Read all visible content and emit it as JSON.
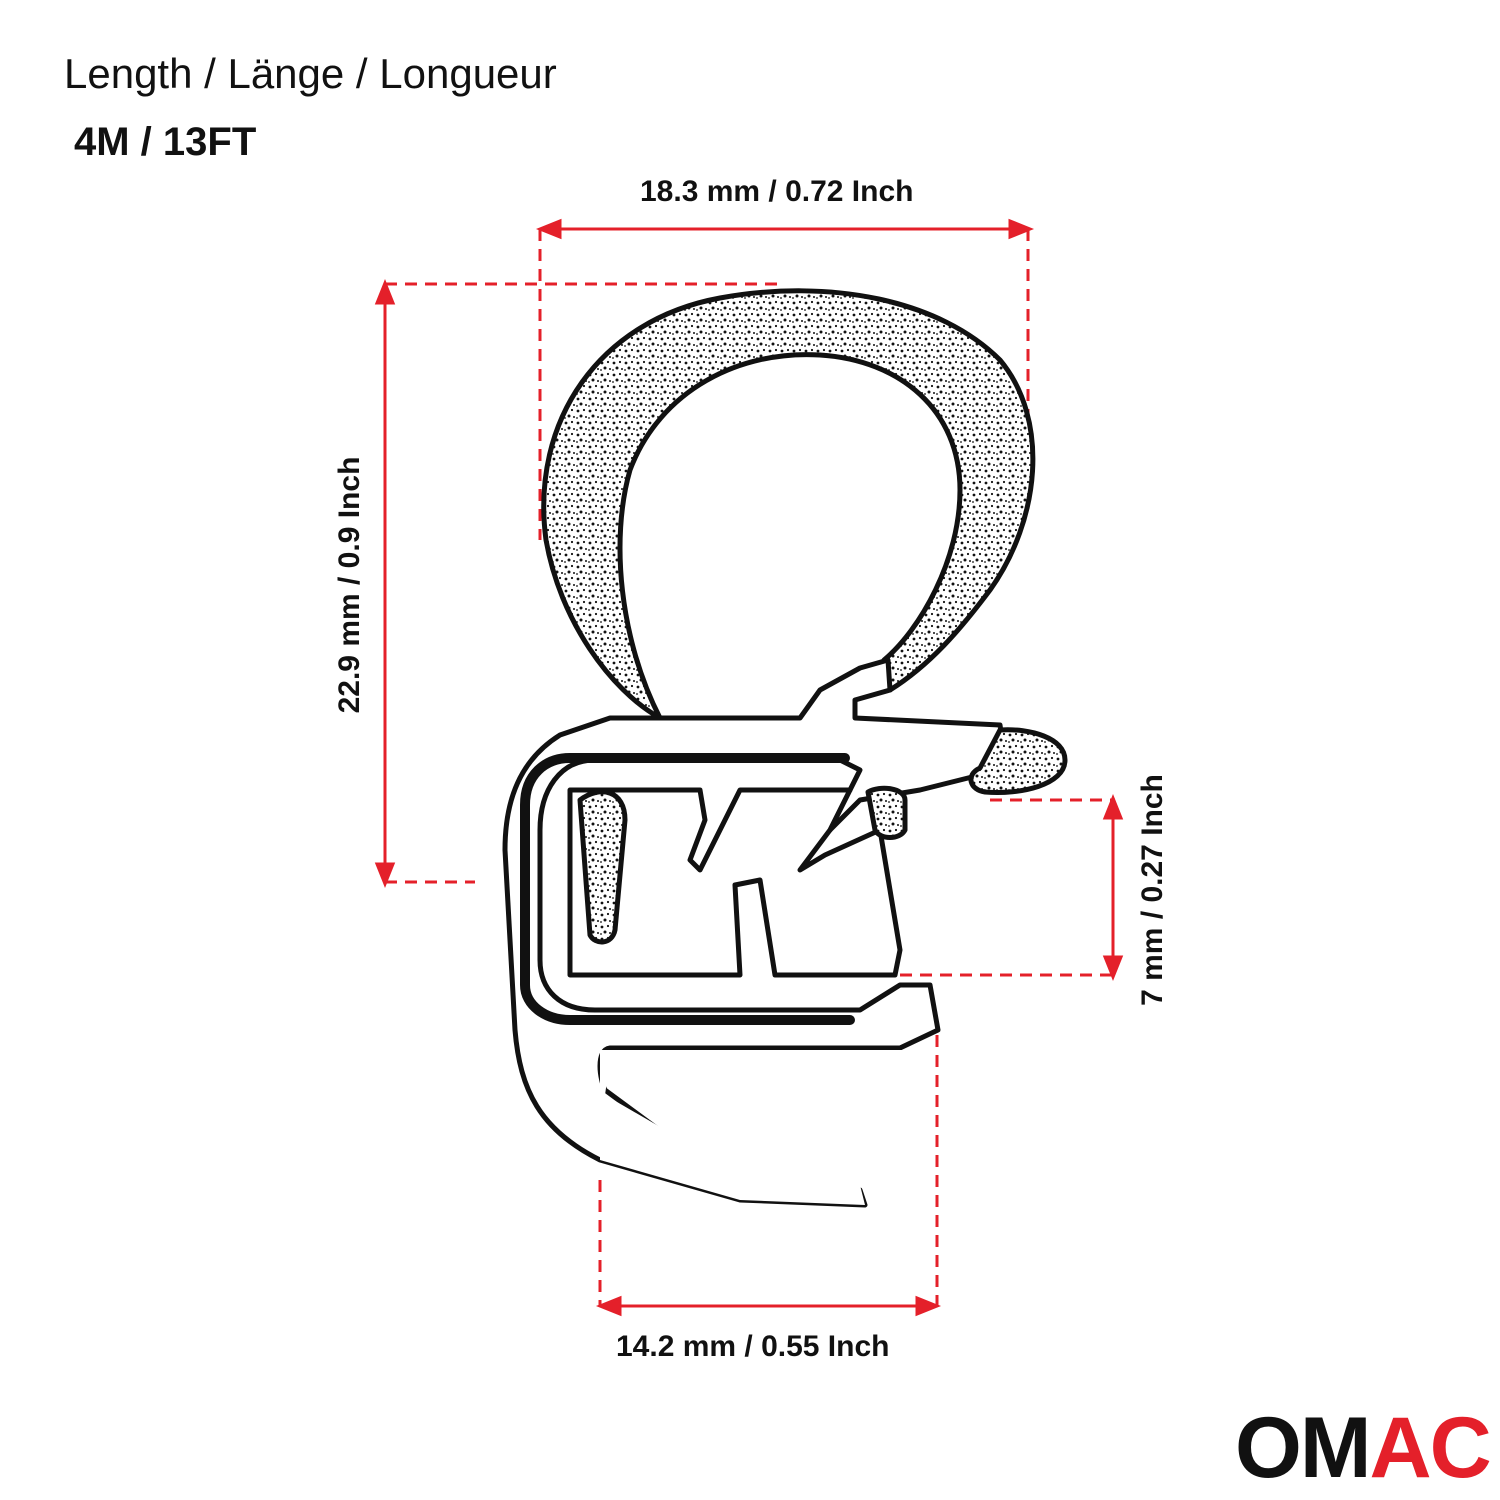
{
  "header": {
    "length_label": "Length / Länge / Longueur",
    "length_value": "4M / 13FT"
  },
  "dimensions": {
    "top_width": "18.3 mm / 0.72 Inch",
    "height": "22.9 mm / 0.9 Inch",
    "gap": "7 mm / 0.27 Inch",
    "bottom_width": "14.2 mm / 0.55 Inch"
  },
  "logo": {
    "part1": "OM",
    "part2": "AC",
    "black": "#111111",
    "red": "#e4202a"
  },
  "colors": {
    "dimension_lines": "#e4202a",
    "outline": "#111111"
  }
}
